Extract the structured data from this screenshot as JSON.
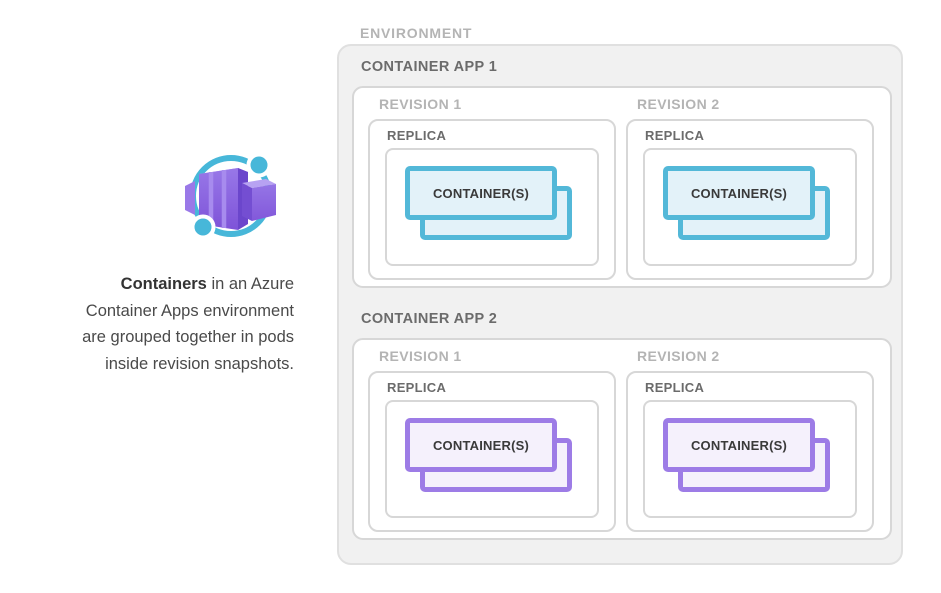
{
  "aside": {
    "icon": "azure-container-apps-icon",
    "caption": {
      "line1_bold": "Containers",
      "line1_rest": " in an Azure",
      "line2": "Container Apps environment",
      "line3": "are grouped together in pods",
      "line4": "inside revision snapshots."
    }
  },
  "diagram": {
    "environment_label": "ENVIRONMENT",
    "apps": [
      {
        "label": "CONTAINER APP 1",
        "accent": "teal",
        "revisions": [
          {
            "label": "REVISION 1",
            "replica_label": "REPLICA",
            "container_label": "CONTAINER(S)"
          },
          {
            "label": "REVISION 2",
            "replica_label": "REPLICA",
            "container_label": "CONTAINER(S)"
          }
        ]
      },
      {
        "label": "CONTAINER APP 2",
        "accent": "purple",
        "revisions": [
          {
            "label": "REVISION 1",
            "replica_label": "REPLICA",
            "container_label": "CONTAINER(S)"
          },
          {
            "label": "REVISION 2",
            "replica_label": "REPLICA",
            "container_label": "CONTAINER(S)"
          }
        ]
      }
    ]
  },
  "colors": {
    "teal-border": "#53b8d8",
    "teal-fill": "#e3f2f9",
    "purple-border": "#9d7ce6",
    "purple-fill": "#f5f1fc",
    "env-fill": "#f1f1f1",
    "env-border": "#e0e0e0",
    "box-border": "#d7d7d7",
    "label-gray-light": "#b4b4b4",
    "label-gray-dark": "#6b6b6b",
    "icon-cyan": "#47b7d9",
    "icon-purple": "#8a62e2"
  }
}
